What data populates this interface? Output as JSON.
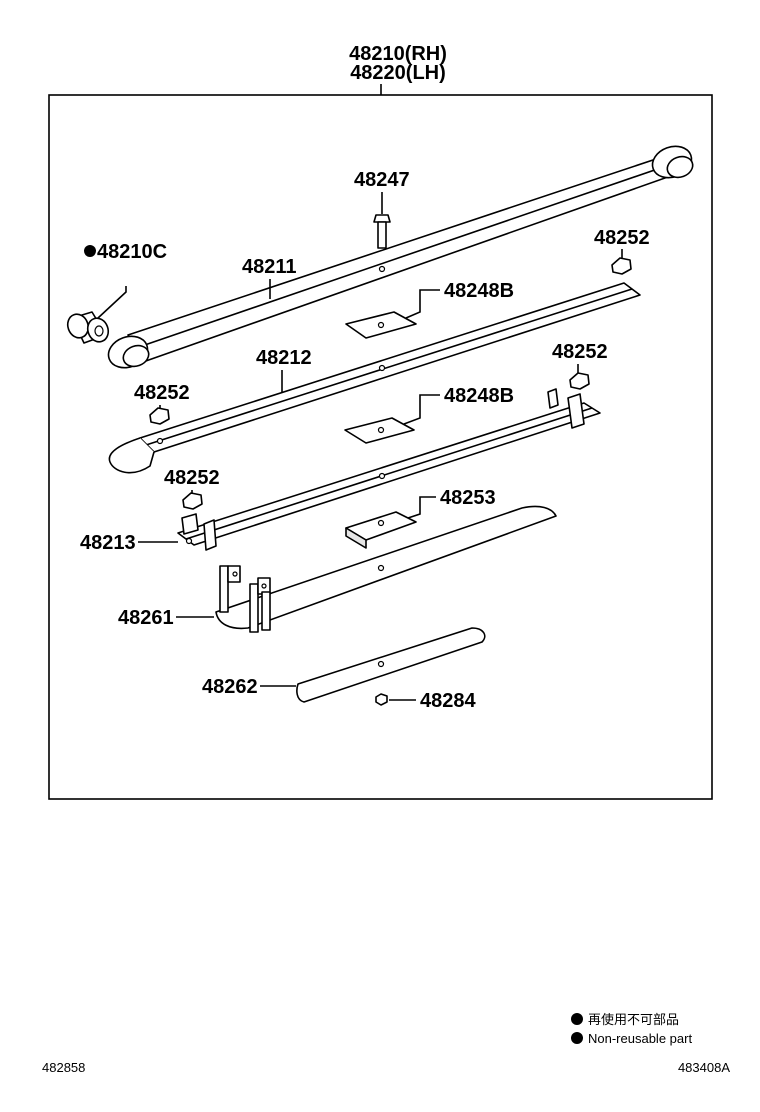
{
  "assembly": {
    "label_rh": "48210(RH)",
    "label_lh": "48220(LH)"
  },
  "parts": {
    "p48210C": "48210C",
    "p48247": "48247",
    "p48211": "48211",
    "p48252_a": "48252",
    "p48248B_a": "48248B",
    "p48212": "48212",
    "p48252_b": "48252",
    "p48252_c": "48252",
    "p48248B_b": "48248B",
    "p48252_d": "48252",
    "p48253": "48253",
    "p48213": "48213",
    "p48261": "48261",
    "p48262": "48262",
    "p48284": "48284"
  },
  "legend": {
    "japanese": "再使用不可部品",
    "english": "Non-reusable part"
  },
  "footer": {
    "left_code": "482858",
    "right_code": "483408A"
  }
}
